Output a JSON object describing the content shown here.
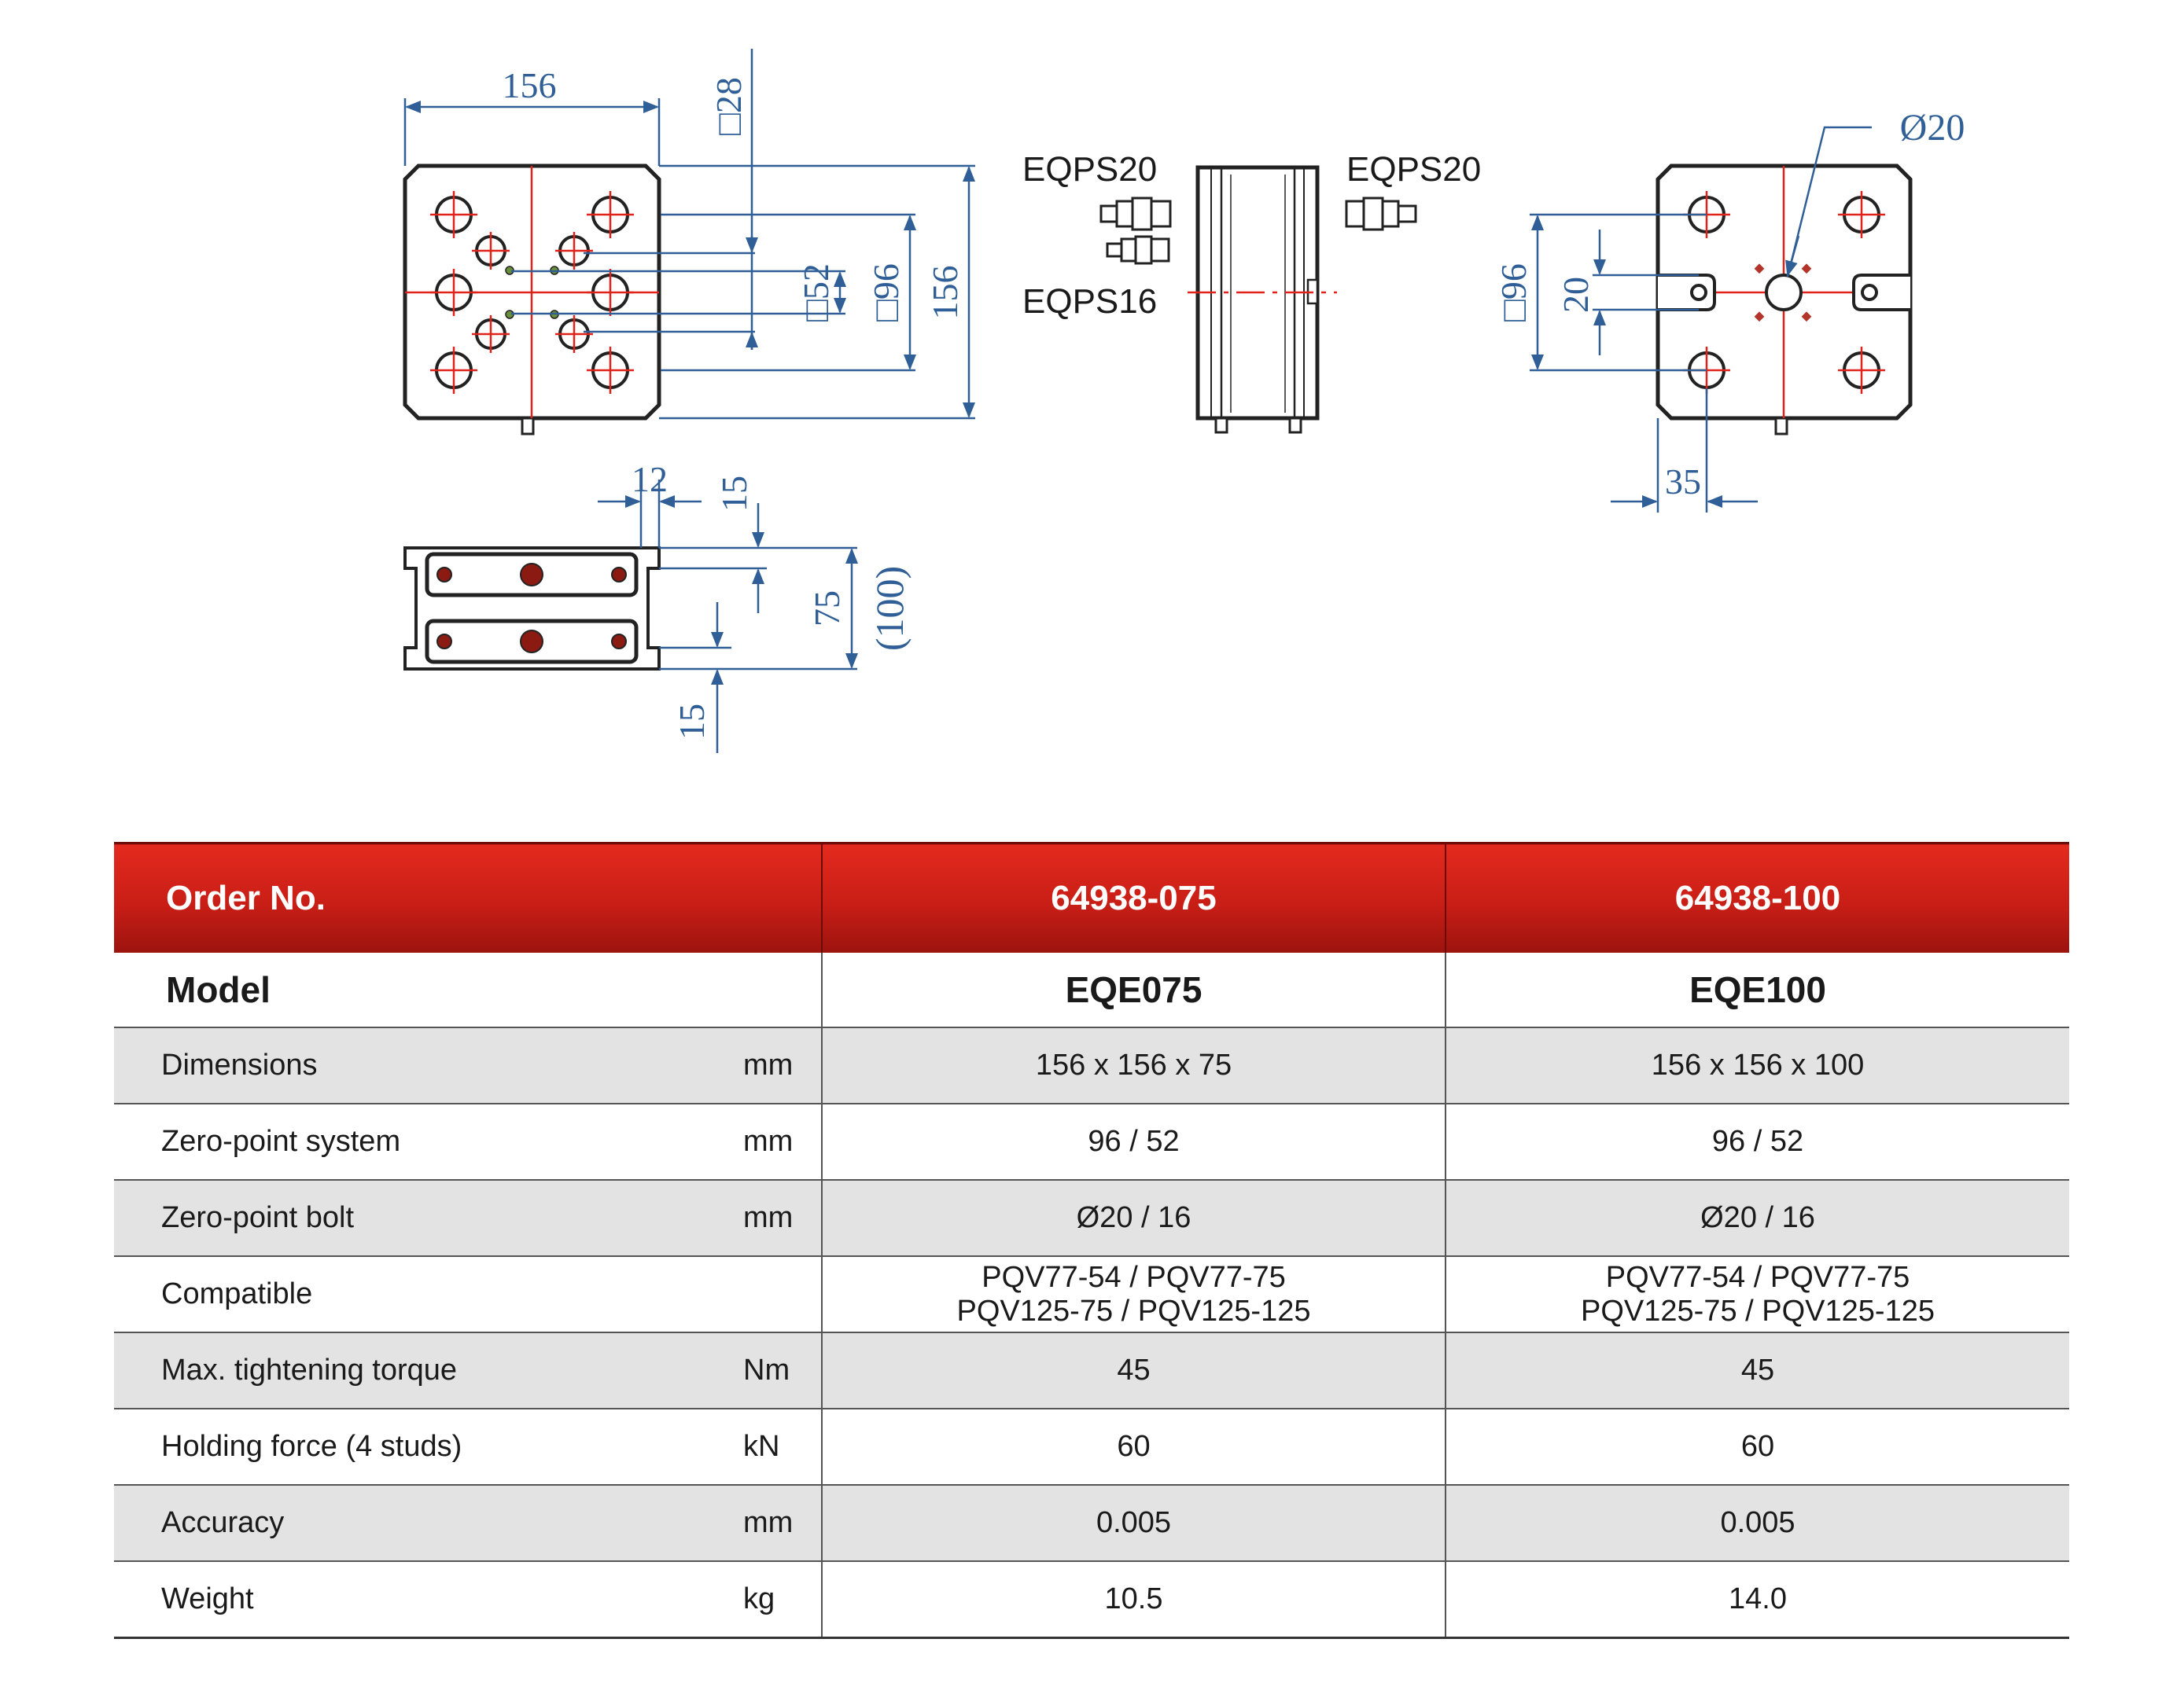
{
  "drawing": {
    "dimensions": {
      "top_width": "156",
      "slot_square": "□28",
      "inner_square_52": "□52",
      "inner_square_96": "□96",
      "overall_height": "156",
      "side_offset": "12",
      "side_top": "15",
      "side_height": "75",
      "side_height_alt": "(100)",
      "side_bottom": "15",
      "bore_diameter": "Ø20",
      "right_square_96": "□96",
      "right_slot": "20",
      "right_offset": "35"
    },
    "callouts": {
      "eqps20_left": "EQPS20",
      "eqps20_right": "EQPS20",
      "eqps16": "EQPS16"
    }
  },
  "table": {
    "header": {
      "label": "Order No.",
      "col1": "64938-075",
      "col2": "64938-100"
    },
    "model": {
      "label": "Model",
      "col1": "EQE075",
      "col2": "EQE100"
    },
    "rows": [
      {
        "label": "Dimensions",
        "unit": "mm",
        "col1": "156 x 156 x 75",
        "col2": "156 x 156 x 100"
      },
      {
        "label": "Zero-point system",
        "unit": "mm",
        "col1": "96 / 52",
        "col2": "96 / 52"
      },
      {
        "label": "Zero-point bolt",
        "unit": "mm",
        "col1": "Ø20 / 16",
        "col2": "Ø20 / 16"
      },
      {
        "label": "Compatible",
        "unit": "",
        "col1_line1": "PQV77-54 / PQV77-75",
        "col1_line2": "PQV125-75 / PQV125-125",
        "col2_line1": "PQV77-54 / PQV77-75",
        "col2_line2": "PQV125-75 / PQV125-125"
      },
      {
        "label": "Max. tightening torque",
        "unit": "Nm",
        "col1": "45",
        "col2": "45"
      },
      {
        "label": "Holding force (4 studs)",
        "unit": "kN",
        "col1": "60",
        "col2": "60"
      },
      {
        "label": "Accuracy",
        "unit": "mm",
        "col1": "0.005",
        "col2": "0.005"
      },
      {
        "label": "Weight",
        "unit": "kg",
        "col1": "10.5",
        "col2": "14.0"
      }
    ]
  },
  "colors": {
    "header_red": "#c81e16",
    "dimension_blue": "#2f5f96",
    "centerline_red": "#e0231a",
    "row_shade": "#e3e3e3"
  }
}
